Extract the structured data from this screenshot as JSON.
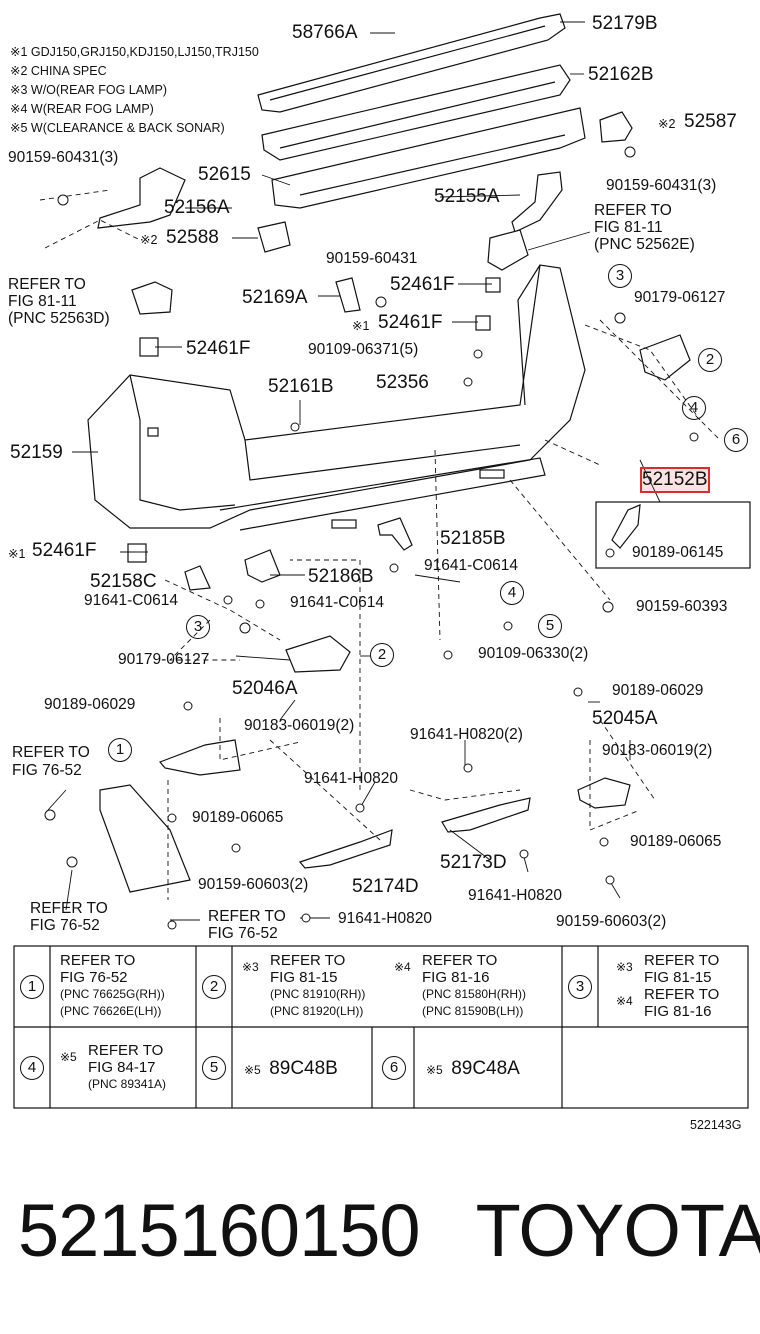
{
  "legend": [
    "※1 GDJ150,GRJ150,KDJ150,LJ150,TRJ150",
    "※2 CHINA SPEC",
    "※3 W/O(REAR FOG LAMP)",
    "※4 W(REAR FOG LAMP)",
    "※5 W(CLEARANCE & BACK SONAR)"
  ],
  "parts": {
    "p58766A": "58766A",
    "p52179B": "52179B",
    "p52162B": "52162B",
    "p52587": "52587",
    "m52587": "※2",
    "p90159_60431_3a": "90159-60431(3)",
    "p52615": "52615",
    "p52156A": "52156A",
    "p52155A": "52155A",
    "p90159_60431_3b": "90159-60431(3)",
    "p52588": "52588",
    "m52588": "※2",
    "ref81_11_r1": "REFER TO",
    "ref81_11_r2": "FIG 81-11",
    "ref81_11_r3": "(PNC 52562E)",
    "p90159_60431": "90159-60431",
    "p52461F_a": "52461F",
    "p52169A": "52169A",
    "ref81_11l_r1": "REFER TO",
    "ref81_11l_r2": "FIG 81-11",
    "ref81_11l_r3": "(PNC 52563D)",
    "p52461F_b": "52461F",
    "m52461F_b": "※1",
    "p52461F_c": "52461F",
    "p90109_06371": "90109-06371(5)",
    "p90179_06127a": "90179-06127",
    "p52356": "52356",
    "p52161B": "52161B",
    "p52159": "52159",
    "p52152B": "52152B",
    "p90189_06145": "90189-06145",
    "p52461F_d": "52461F",
    "m52461F_d": "※1",
    "p52185B": "52185B",
    "p52158C": "52158C",
    "p52186B": "52186B",
    "p91641_C0614a": "91641-C0614",
    "p91641_C0614b": "91641-C0614",
    "p91641_C0614c": "91641-C0614",
    "p90159_60393": "90159-60393",
    "p90179_06127b": "90179-06127",
    "p90109_06330": "90109-06330(2)",
    "p52046A": "52046A",
    "p90189_06029a": "90189-06029",
    "p90183_06019a": "90183-06019(2)",
    "ref76_52a_r1": "REFER TO",
    "ref76_52a_r2": "FIG 76-52",
    "p91641_H0820_2": "91641-H0820(2)",
    "p91641_H0820a": "91641-H0820",
    "p90189_06065a": "90189-06065",
    "p90159_60603a": "90159-60603(2)",
    "p52174D": "52174D",
    "ref76_52b_r1": "REFER TO",
    "ref76_52b_r2": "FIG 76-52",
    "ref76_52c_r1": "REFER TO",
    "ref76_52c_r2": "FIG 76-52",
    "p91641_H0820b": "91641-H0820",
    "p90189_06029b": "90189-06029",
    "p52045A": "52045A",
    "p90183_06019b": "90183-06019(2)",
    "p52173D": "52173D",
    "p91641_H0820c": "91641-H0820",
    "p90189_06065b": "90189-06065",
    "p90159_60603b": "90159-60603(2)"
  },
  "callouts": {
    "c1": "1",
    "c2": "2",
    "c3": "3",
    "c4": "4",
    "c5": "5",
    "c6": "6"
  },
  "table": {
    "r1c1": {
      "num": "1",
      "l1": "REFER TO",
      "l2": "FIG 76-52",
      "l3": "(PNC 76625G(RH))",
      "l4": "(PNC 76626E(LH))"
    },
    "r1c2": {
      "num": "2",
      "mark": "※3",
      "l1": "REFER TO",
      "l2": "FIG 81-15",
      "l3": "(PNC 81910(RH))",
      "l4": "(PNC 81920(LH))"
    },
    "r1c3": {
      "mark": "※4",
      "l1": "REFER TO",
      "l2": "FIG 81-16",
      "l3": "(PNC 81580H(RH))",
      "l4": "(PNC 81590B(LH))"
    },
    "r1c4": {
      "num": "3",
      "mark1": "※3",
      "l1": "REFER TO",
      "l2": "FIG 81-15",
      "mark2": "※4",
      "l3": "REFER TO",
      "l4": "FIG 81-16"
    },
    "r2c1": {
      "num": "4",
      "mark": "※5",
      "l1": "REFER TO",
      "l2": "FIG 84-17",
      "l3": "(PNC 89341A)"
    },
    "r2c2": {
      "num": "5",
      "mark": "※5",
      "val": "89C48B"
    },
    "r2c3": {
      "num": "6",
      "mark": "※5",
      "val": "89C48A"
    }
  },
  "diagram_id": "522143G",
  "footer": {
    "part_number": "5215160150",
    "brand": "TOYOTA"
  }
}
